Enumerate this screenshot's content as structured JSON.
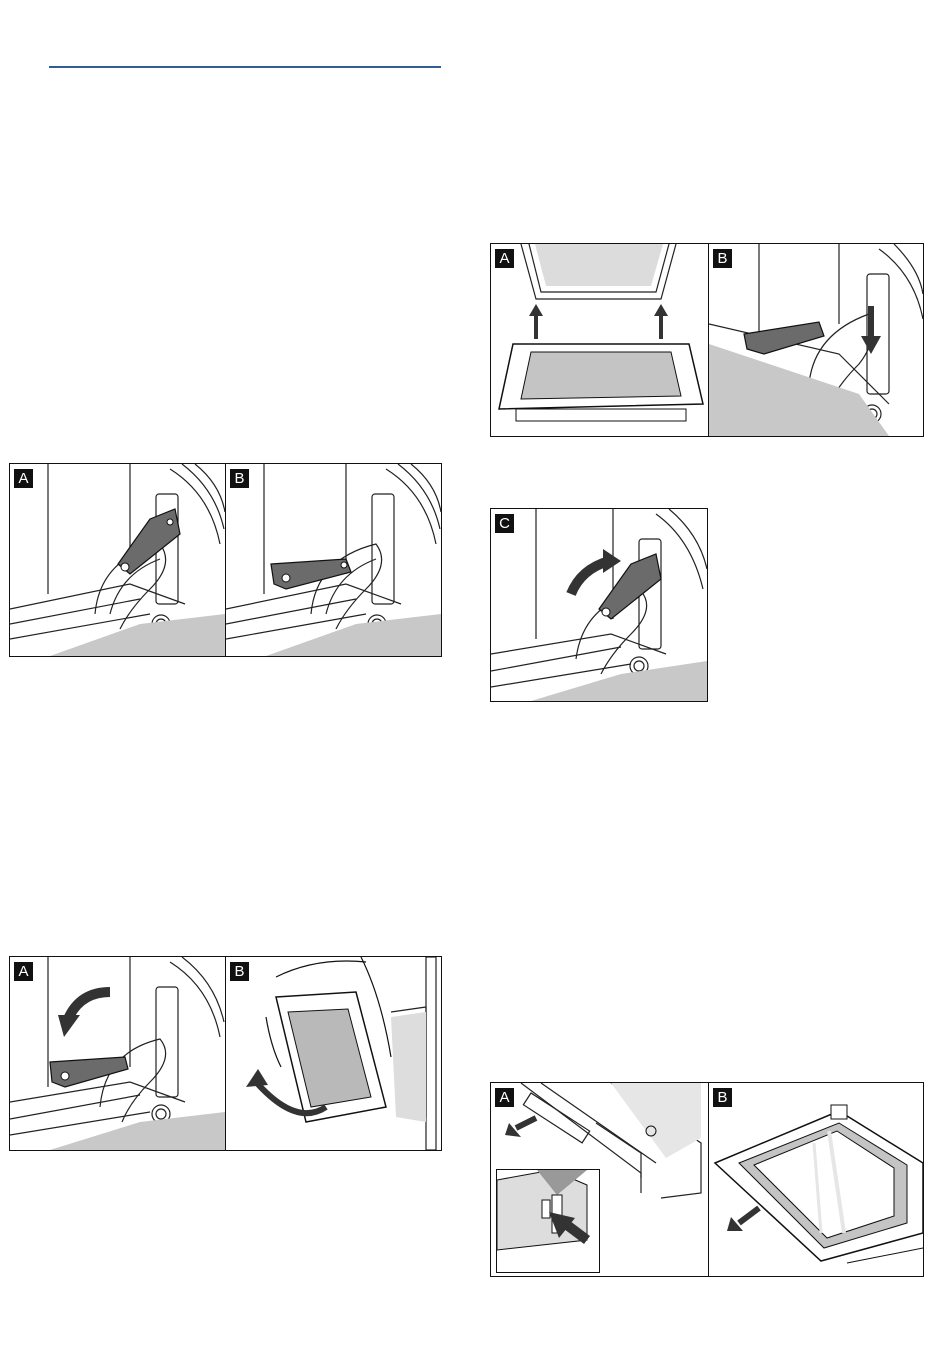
{
  "figures": {
    "hinge_lock": {
      "labels": [
        "A",
        "B"
      ]
    },
    "door_remove": {
      "labels": [
        "A",
        "B"
      ]
    },
    "door_refit": {
      "labels": [
        "A",
        "B"
      ]
    },
    "hinge_close": {
      "labels": [
        "C"
      ]
    },
    "panel_remove": {
      "labels": [
        "A",
        "B"
      ]
    }
  },
  "colors": {
    "header_rule": "#2f5d95",
    "lever": "#6b6b6b",
    "floor": "#c8c8c8",
    "glass": "#c4c4c4"
  }
}
